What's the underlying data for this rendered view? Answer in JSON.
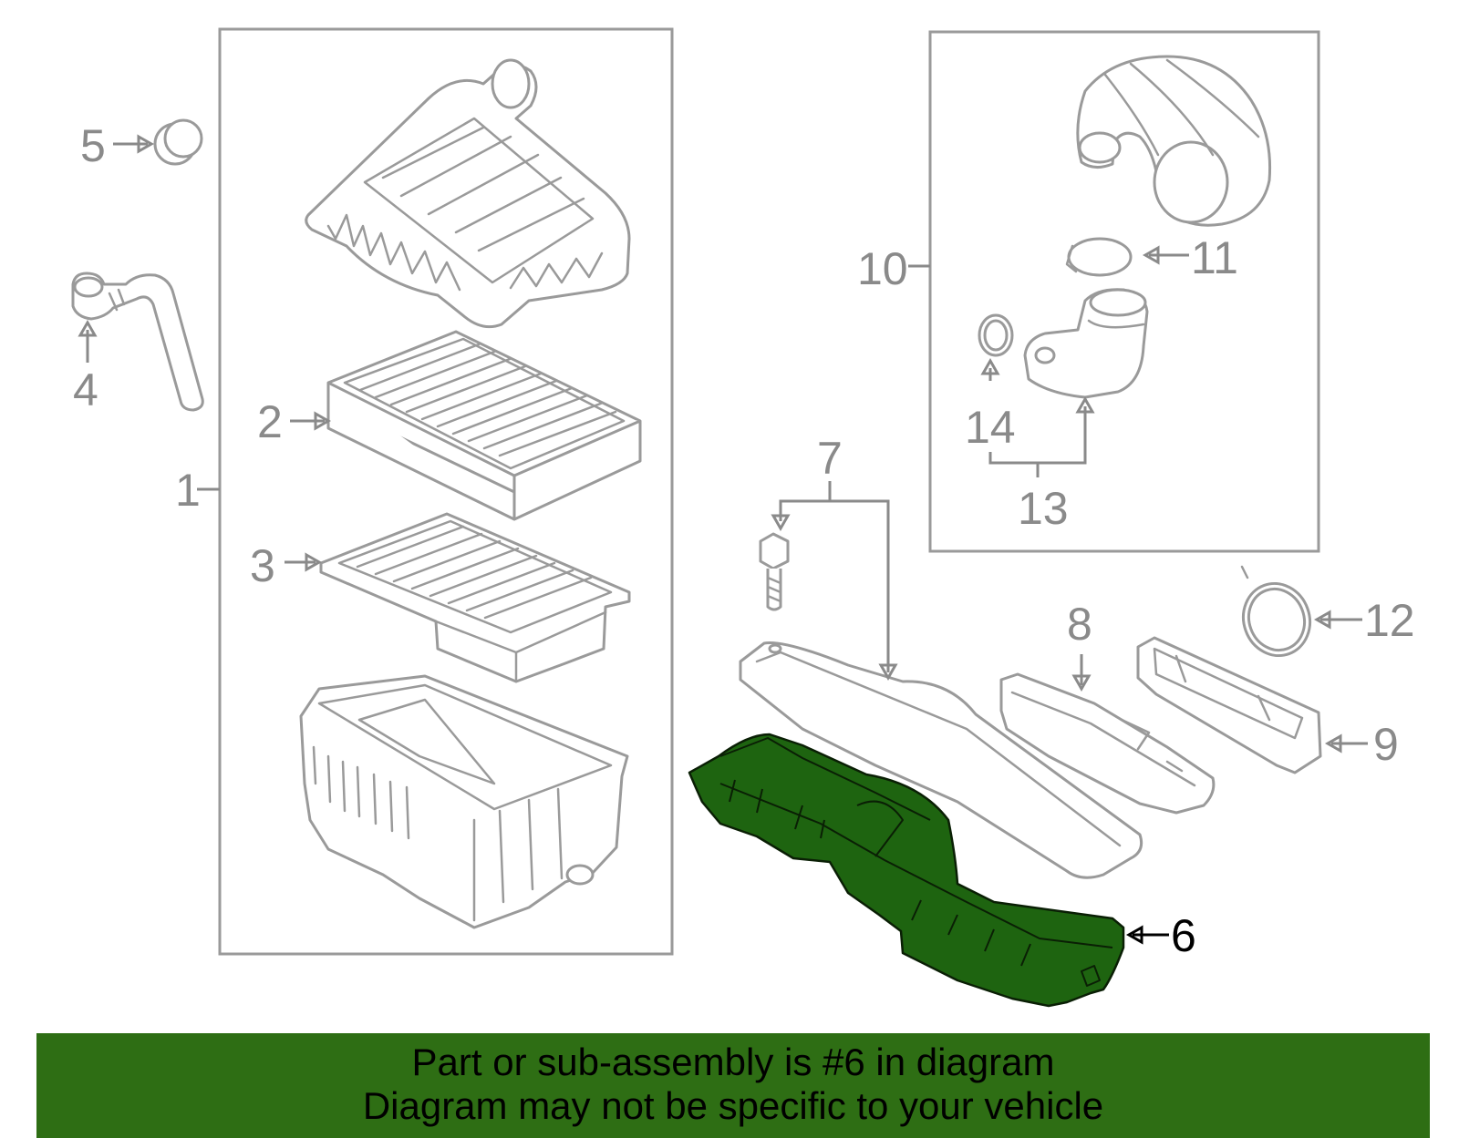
{
  "callouts": {
    "c1": "1",
    "c2": "2",
    "c3": "3",
    "c4": "4",
    "c5": "5",
    "c6": "6",
    "c7": "7",
    "c8": "8",
    "c9": "9",
    "c10": "10",
    "c11": "11",
    "c12": "12",
    "c13": "13",
    "c14": "14"
  },
  "highlighted_part": "6",
  "colors": {
    "highlight": "#1e6410",
    "banner": "#2e6e14",
    "line_art": "#9a9a9a"
  },
  "banner": {
    "line1": "Part or sub-assembly is #6 in diagram",
    "line2": "Diagram may not be specific to your vehicle"
  }
}
